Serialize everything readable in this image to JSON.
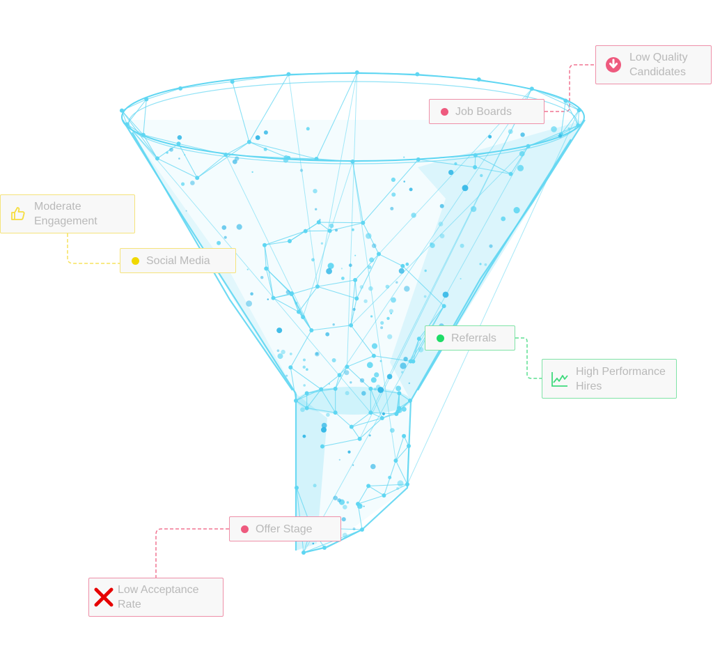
{
  "colors": {
    "funnel": "#5fd6f2",
    "funnel_dark": "#2fb6e6",
    "pink": "#ee5a7e",
    "yellow": "#f5dd3f",
    "yellow_dot": "#f0d800",
    "green": "#3ed97c",
    "green_dot": "#1fdc67",
    "red": "#e60000",
    "text": "#b9b9b9"
  },
  "stages": [
    {
      "id": "job_boards",
      "label": "Job Boards",
      "color": "pink"
    },
    {
      "id": "social_media",
      "label": "Social Media",
      "color": "yellow"
    },
    {
      "id": "referrals",
      "label": "Referrals",
      "color": "green"
    },
    {
      "id": "offer_stage",
      "label": "Offer Stage",
      "color": "pink"
    }
  ],
  "outcomes": [
    {
      "id": "low_quality",
      "label": "Low Quality Candidates",
      "icon": "down-arrow-circle-icon",
      "color": "pink"
    },
    {
      "id": "moderate_engagement",
      "label": "Moderate Engagement",
      "icon": "thumbs-up-icon",
      "color": "yellow"
    },
    {
      "id": "high_performance",
      "label": "High Performance Hires",
      "icon": "line-chart-icon",
      "color": "green"
    },
    {
      "id": "low_acceptance",
      "label": "Low Acceptance Rate",
      "icon": "x-icon",
      "color": "red"
    }
  ]
}
